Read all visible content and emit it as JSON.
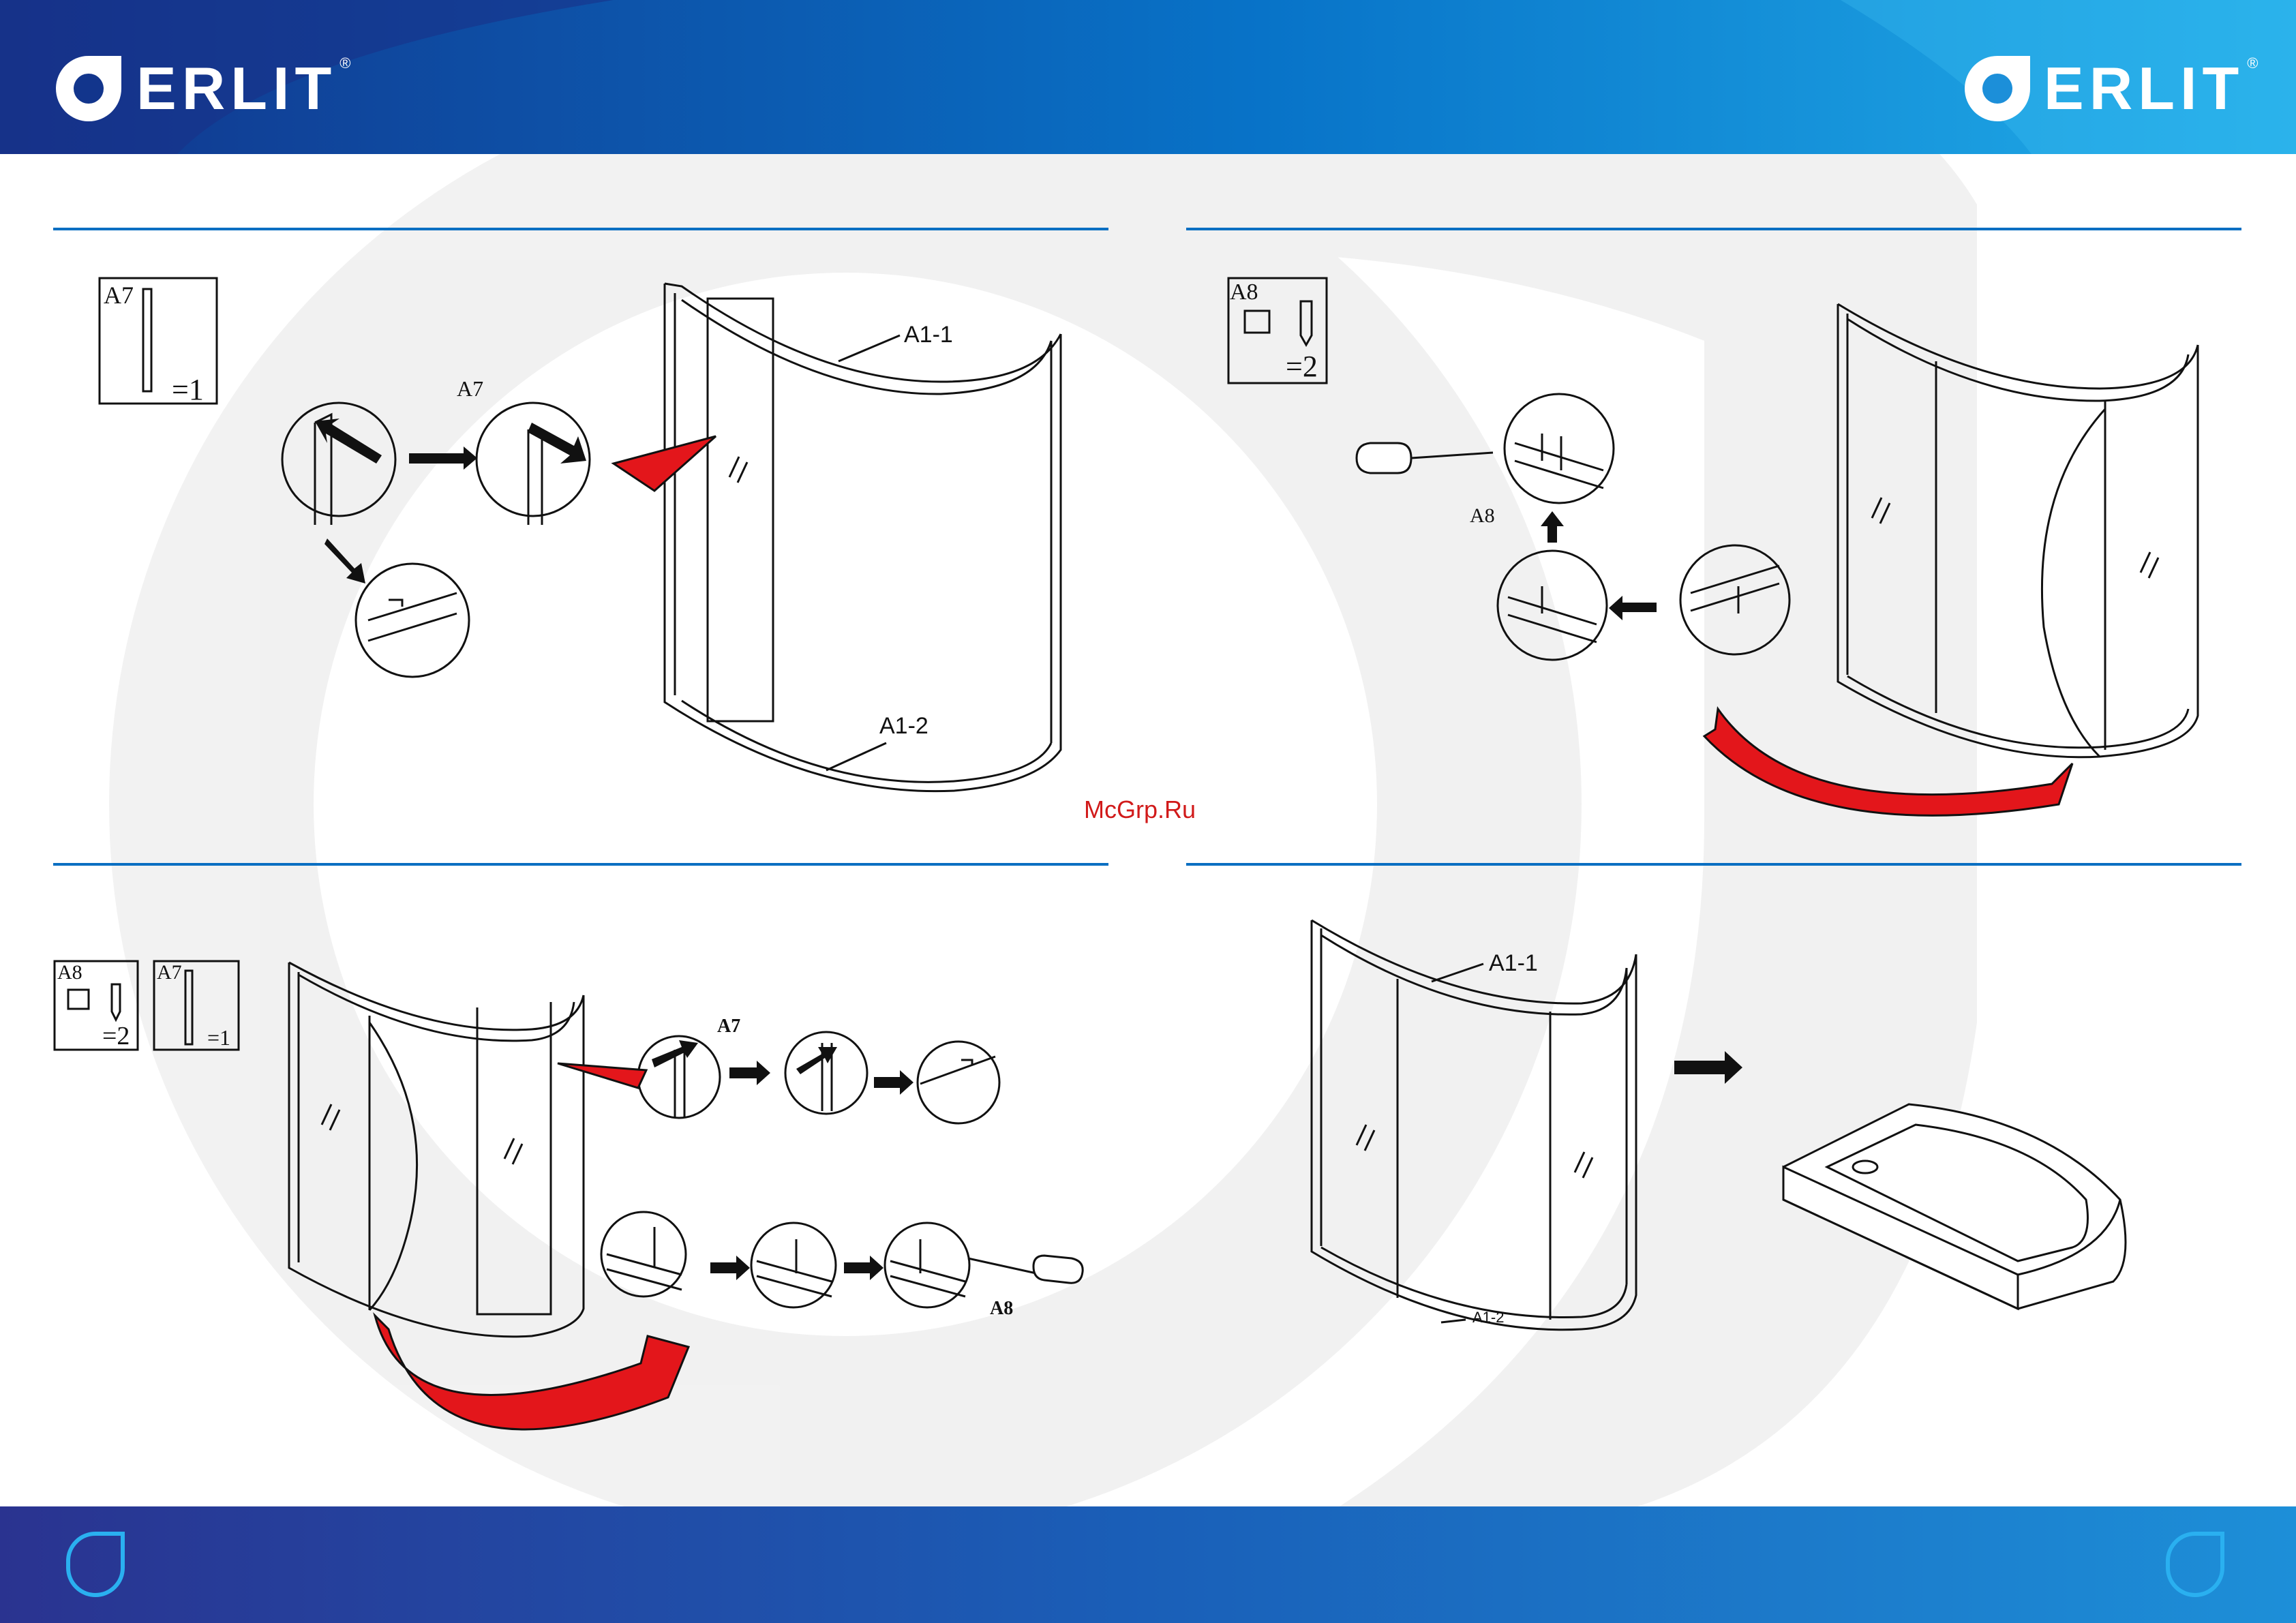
{
  "brand": {
    "logo_text": "ERLIT",
    "registered_mark": "®",
    "header_gradient": [
      "#123a8f",
      "#0a7fd1",
      "#19a6e8"
    ],
    "footer_color": "#253a9a",
    "accent": "#0a6fc2",
    "arrow_red": "#e3161b"
  },
  "parts": {
    "a7": {
      "code": "A7",
      "qty": "=1"
    },
    "a8": {
      "code": "A8",
      "qty": "=2"
    }
  },
  "callouts": {
    "a1_1": "A1-1",
    "a1_2": "A1-2",
    "a7": "A7",
    "a8": "A8"
  },
  "watermark": "McGrp.Ru",
  "icons": {
    "screwdriver": "screwdriver-icon",
    "bracket": "bracket-icon",
    "screw": "screw-icon",
    "shower_tray": "shower-tray-icon",
    "arrow": "arrow-icon",
    "red_arrow": "red-curved-arrow-icon"
  }
}
